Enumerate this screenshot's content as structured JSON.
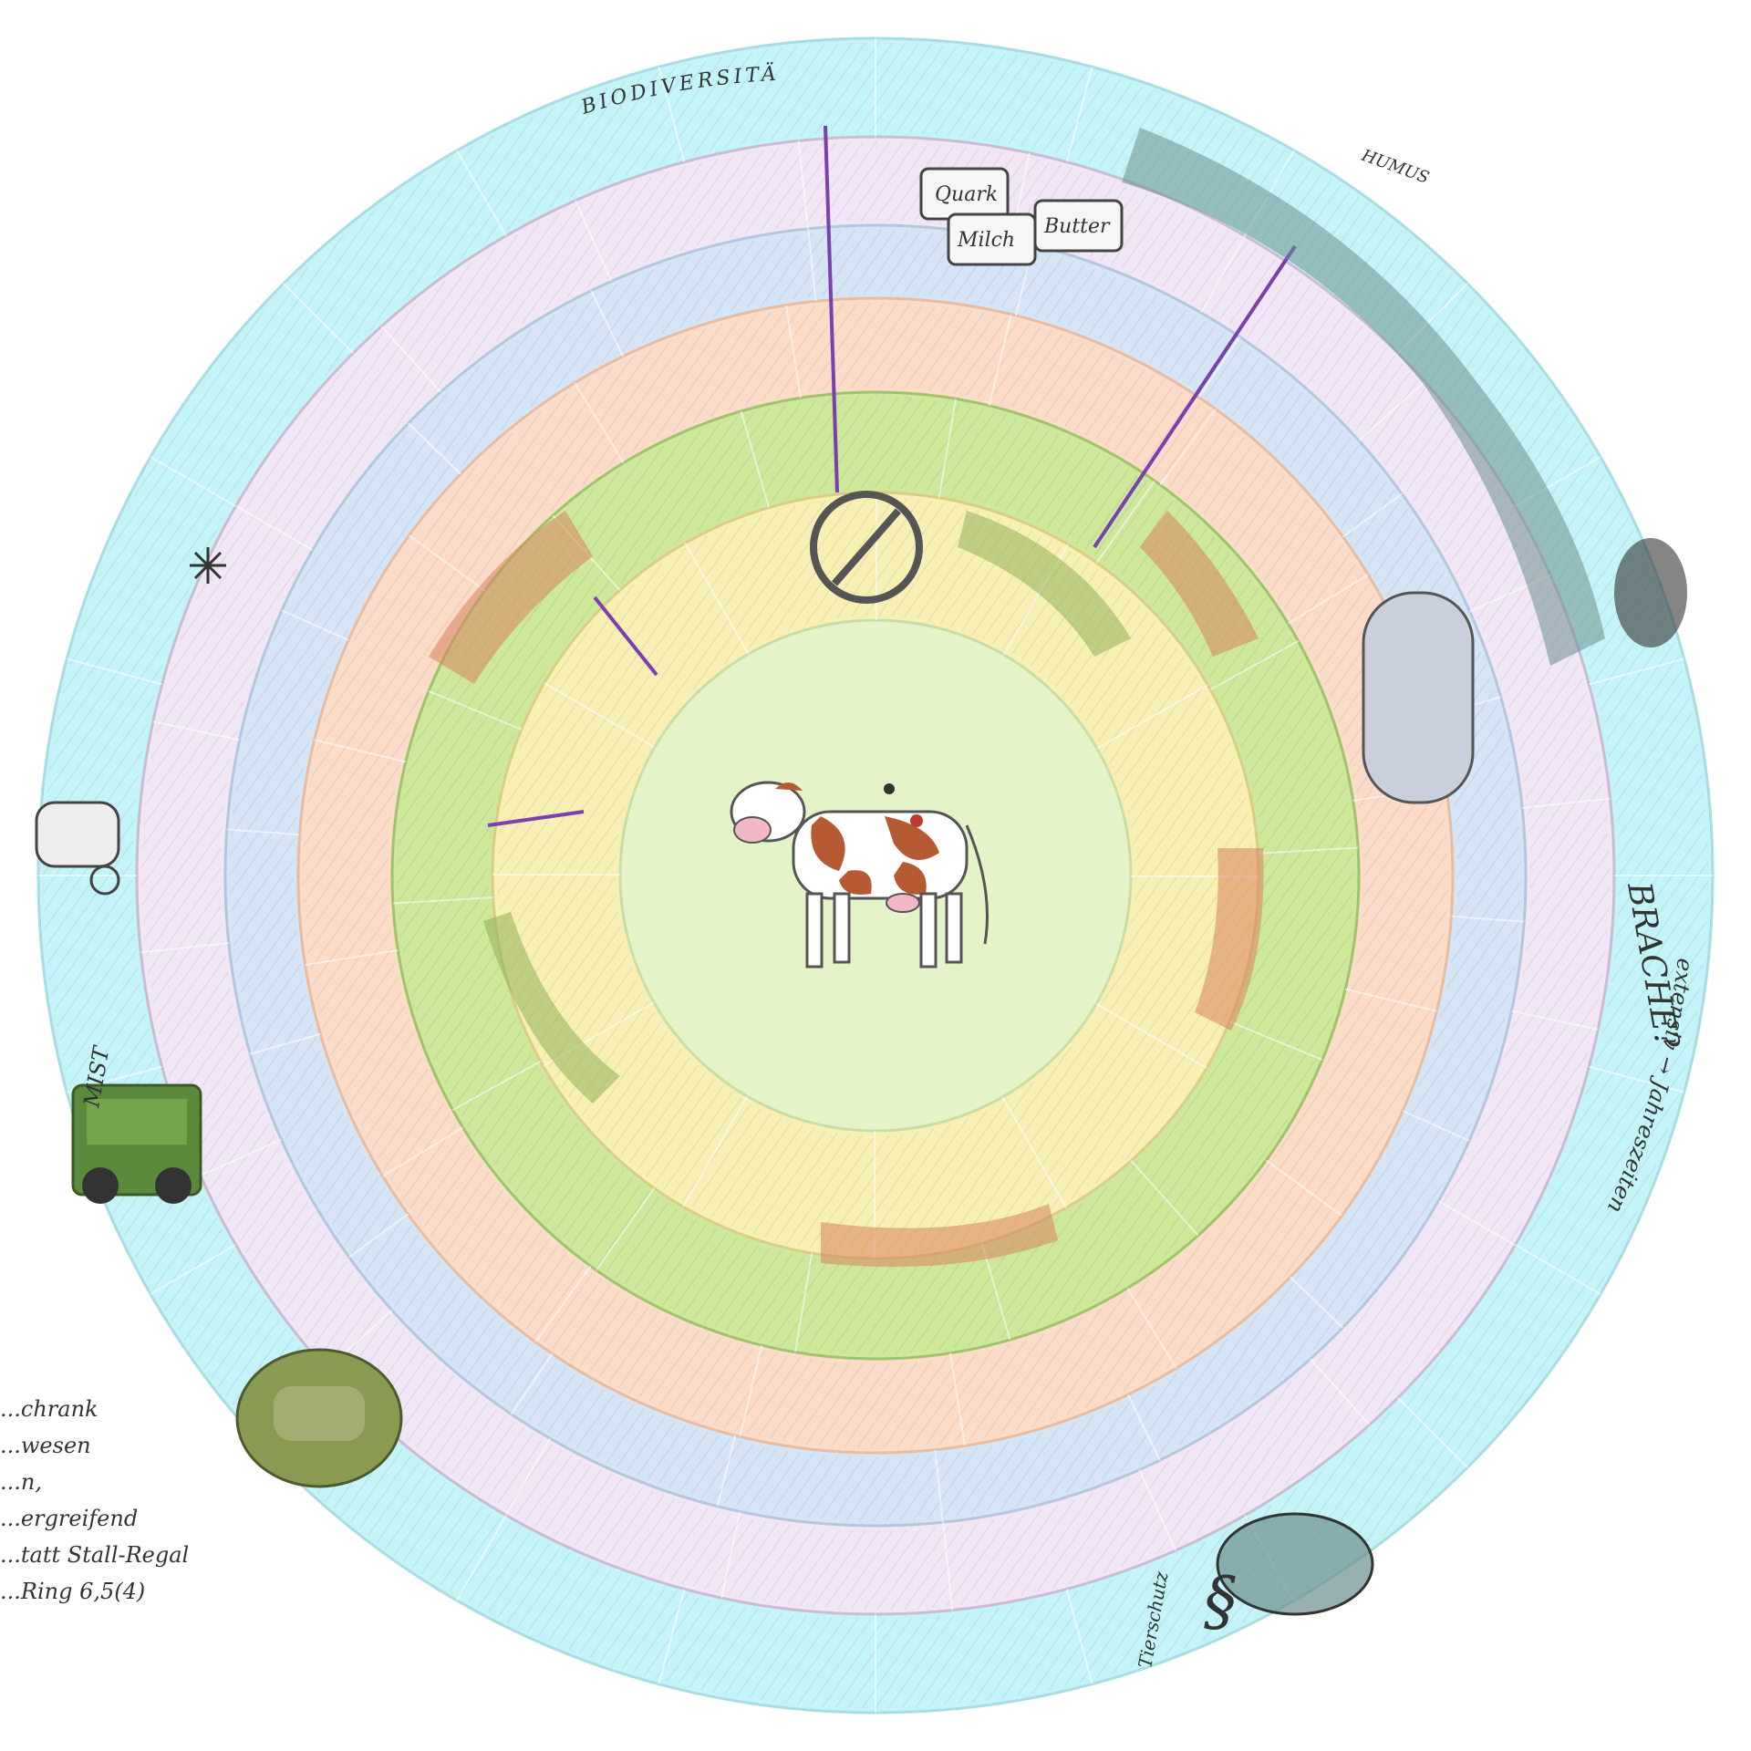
{
  "rings": [
    {
      "id": "outer",
      "color": "#c4f3f8",
      "line": "#a9dde3"
    },
    {
      "id": "lilac-outer",
      "color": "#f0e6f6",
      "line": "#c9bcd3"
    },
    {
      "id": "blue",
      "color": "#d5e5f5",
      "line": "#b3c7de"
    },
    {
      "id": "peach",
      "color": "#fbdcc8",
      "line": "#e8bca0"
    },
    {
      "id": "green",
      "color": "#cde79b",
      "line": "#9fc46a"
    },
    {
      "id": "yellow",
      "color": "#f7efb3",
      "line": "#d9cd88"
    },
    {
      "id": "center",
      "color": "#e4f3c8",
      "line": "#c9dea5"
    }
  ],
  "colors": {
    "cow_body": "#ffffff",
    "cow_spots": "#b65a34",
    "outline": "#555555",
    "purple_divider": "#7a3fb0",
    "dark_teal_sketch": "#6e8f8e",
    "terracotta": "#d9825f",
    "green_sketch": "#8fb15a"
  },
  "labels": {
    "biodiversitaet": "BIODIVERSITÄT",
    "humus": "HUMUS",
    "brache": "BRACHE?",
    "extensiv": "extensiv → Jahreszeiten",
    "mist": "MIST",
    "tierschutz": "Tierschutz",
    "paragraph": "§",
    "quark": "Quark",
    "butter": "Butter",
    "milch": "Milch"
  },
  "side_note": [
    "...chrank",
    "...wesen",
    "...n,",
    "...ergreifend",
    "...tatt Stall-Regal",
    "...Ring 6,5(4)"
  ],
  "icons": [
    "cow-icon",
    "ladybug-icon",
    "fly-icon",
    "butterfly-icon",
    "snowflake-icon",
    "milk-tank-icon",
    "tractor-icon",
    "truck-icon",
    "snail-icon",
    "paragraph-icon"
  ]
}
